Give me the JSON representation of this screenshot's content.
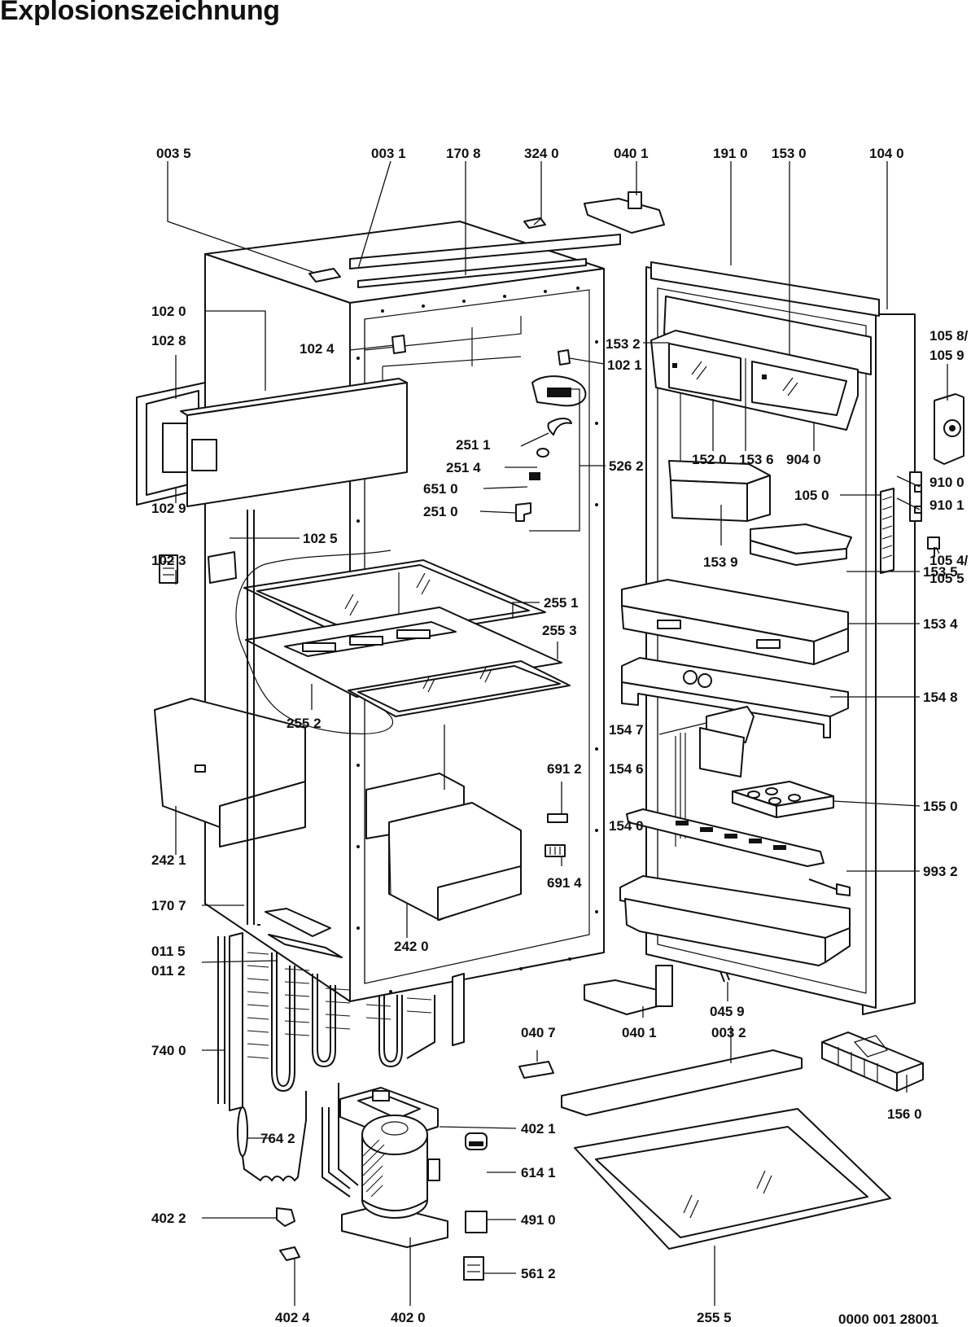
{
  "title": "Explosionszeichnung",
  "document_number": "0000 001 28001",
  "part_labels": {
    "p0035": "003 5",
    "p0031": "003 1",
    "p1708": "170 8",
    "p3240": "324 0",
    "p0401a": "040 1",
    "p1910": "191 0",
    "p1530": "153 0",
    "p1040": "104 0",
    "p1020": "102 0",
    "p1028": "102 8",
    "p1024": "102 4",
    "p1021": "102 1",
    "p1532": "153 2",
    "p1058": "105 8/",
    "p1059": "105 9",
    "p2511": "251 1",
    "p2514": "251 4",
    "p6510": "651 0",
    "p2510": "251 0",
    "p5262": "526 2",
    "p1520": "152 0",
    "p1536": "153 6",
    "p9040": "904 0",
    "p1029": "102 9",
    "p1025": "102 5",
    "p1023": "102 3",
    "p1050": "105 0",
    "p9100": "910 0",
    "p9101": "910 1",
    "p1054": "105 4/",
    "p1055": "105 5",
    "p1539": "153 9",
    "p1535": "153 5",
    "p2551": "255 1",
    "p2553": "255 3",
    "p1534": "153 4",
    "p2552": "255 2",
    "p1548": "154 8",
    "p1547": "154 7",
    "p6912": "691 2",
    "p1546": "154 6",
    "p1550": "155 0",
    "p2421": "242 1",
    "p1540": "154 0",
    "p6914": "691 4",
    "p9932": "993 2",
    "p1707": "170 7",
    "p2420": "242 0",
    "p0115": "011 5",
    "p0112": "011 2",
    "p0459": "045 9",
    "p0032": "003 2",
    "p0407": "040 7",
    "p0401b": "040 1",
    "p7400": "740 0",
    "p1560": "156 0",
    "p4021": "402 1",
    "p7642": "764 2",
    "p6141": "614 1",
    "p4022": "402 2",
    "p4910": "491 0",
    "p5612": "561 2",
    "p4024": "402 4",
    "p4020": "402 0",
    "p2555": "255 5"
  }
}
